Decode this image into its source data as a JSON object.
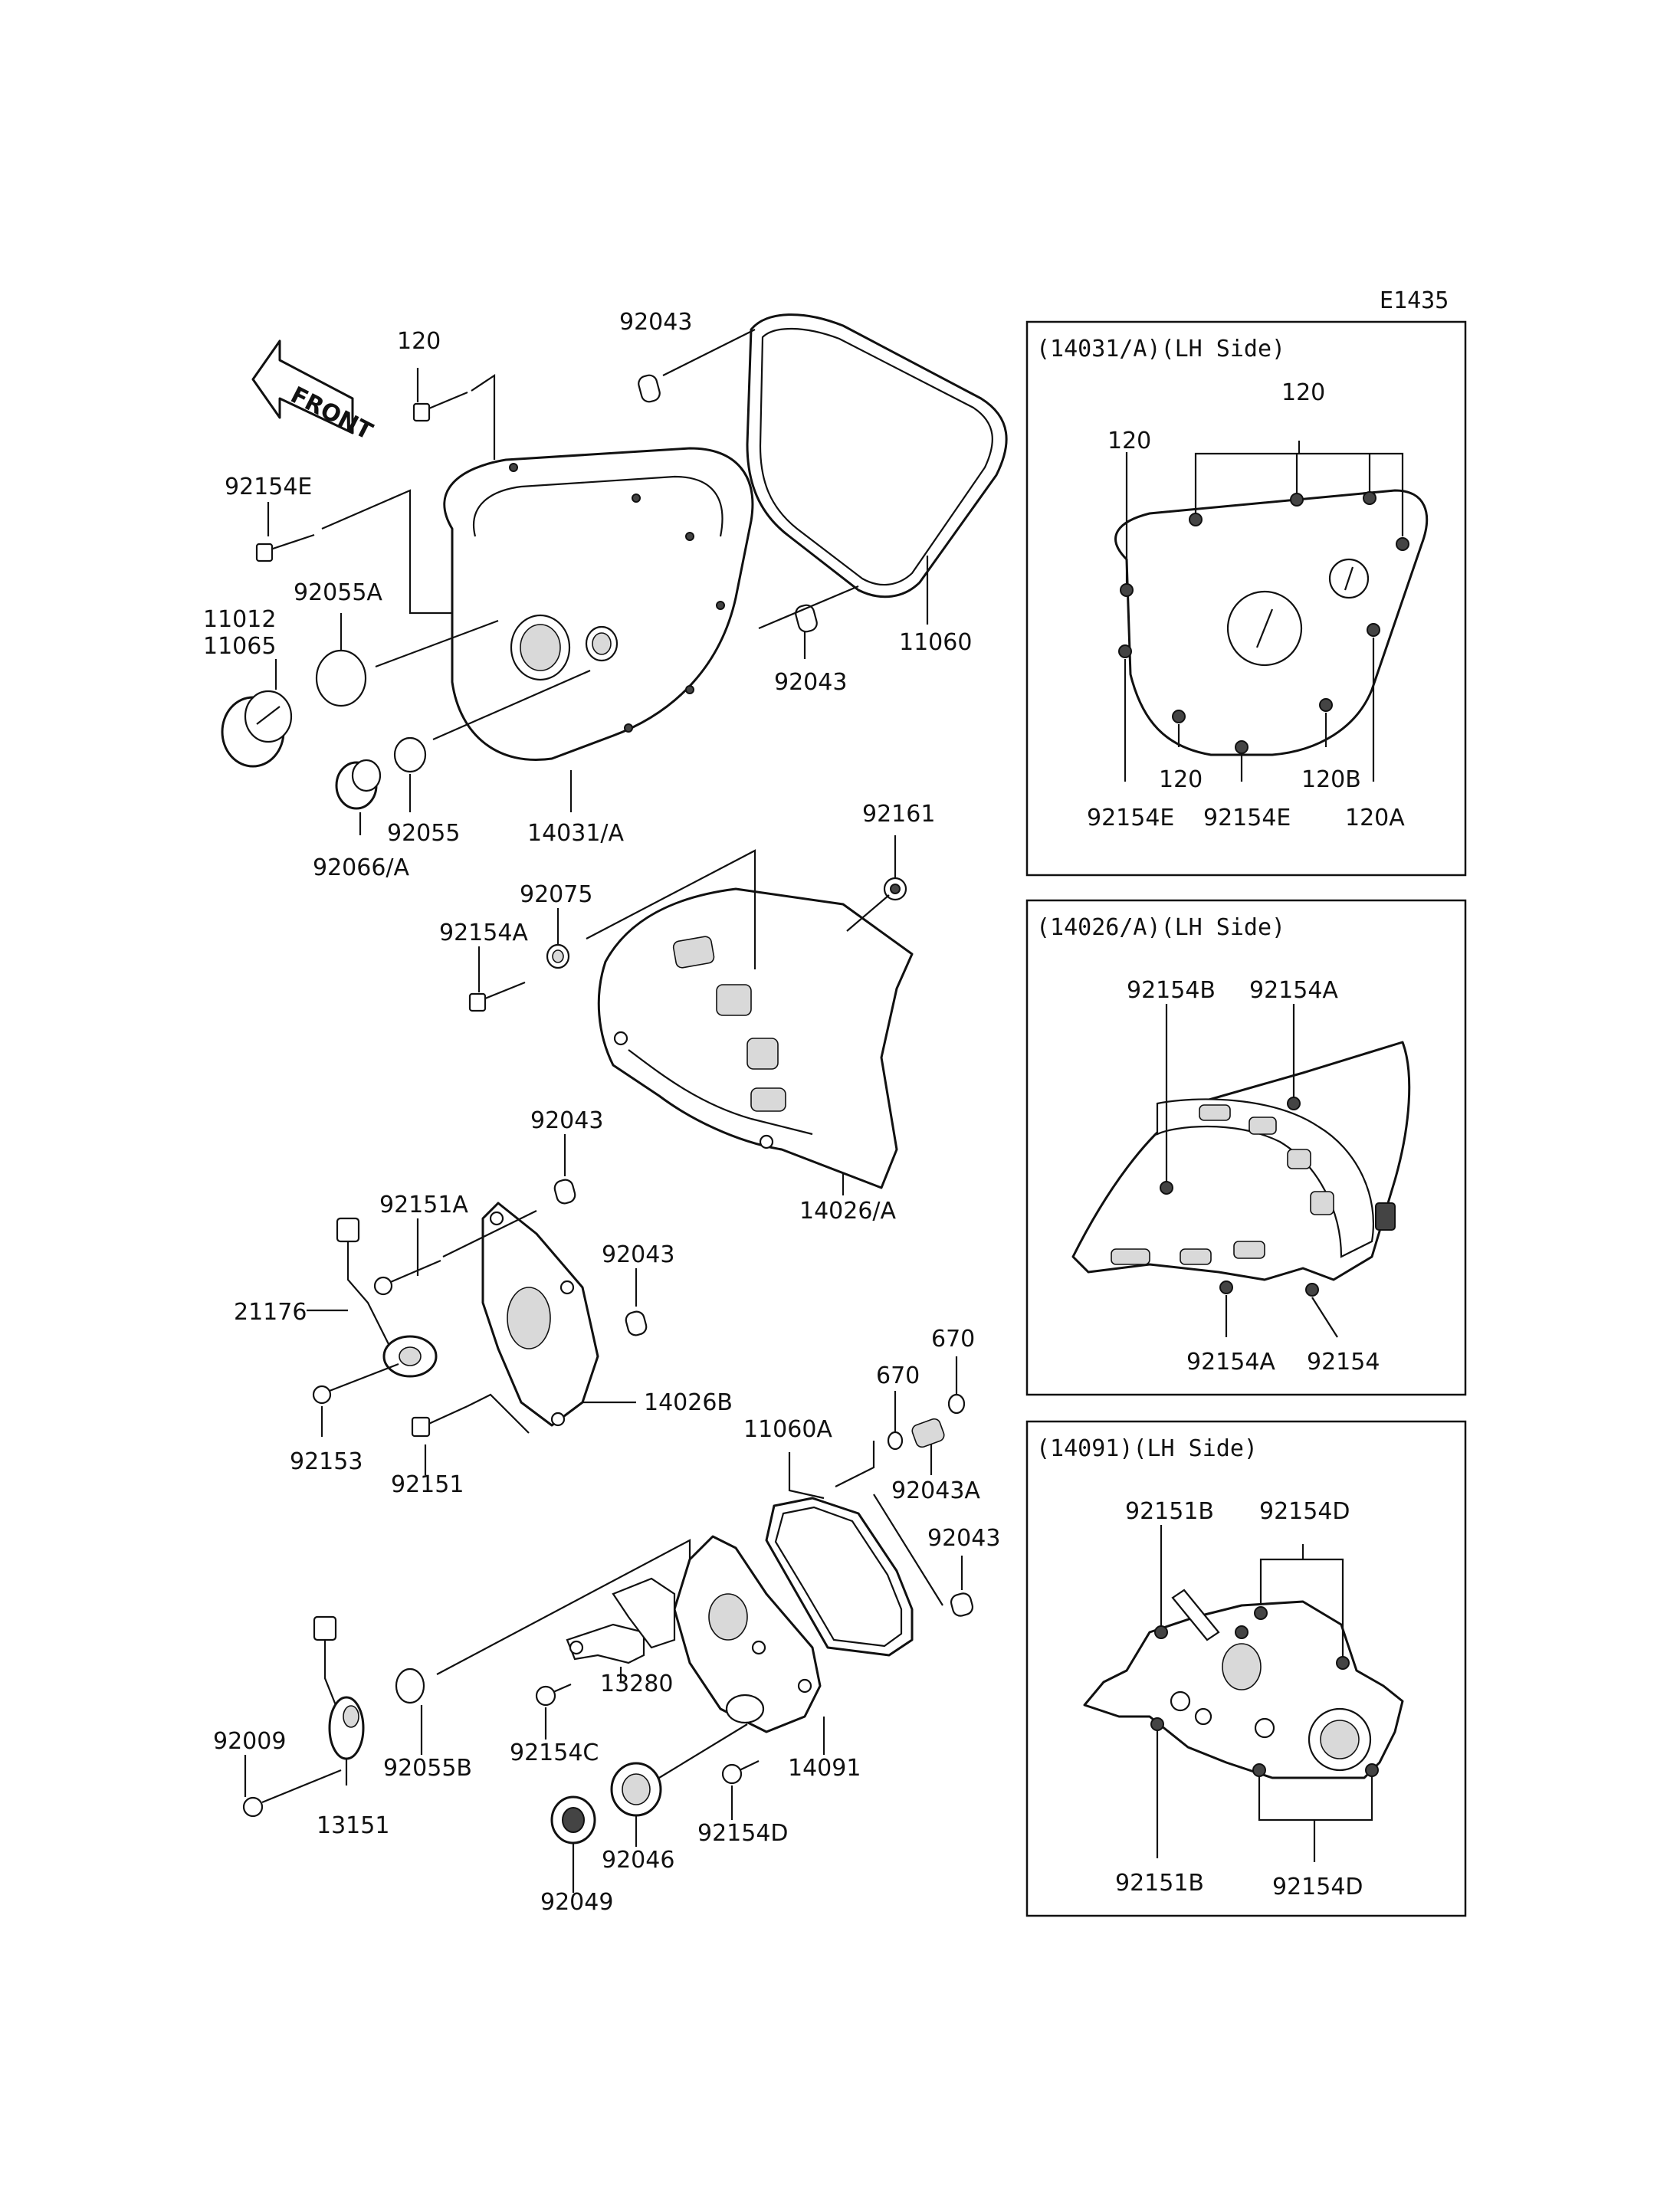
{
  "diagram_code": "E1435",
  "front_label": "FRONT",
  "labels": {
    "p120_top": "120",
    "p92154E_main": "92154E",
    "p92055A": "92055A",
    "p11012": "11012",
    "p11065": "11065",
    "p92066A": "92066/A",
    "p92055": "92055",
    "p14031A": "14031/A",
    "p92043_a": "92043",
    "p92043_b": "92043",
    "p11060": "11060",
    "p92161": "92161",
    "p92075": "92075",
    "p92154A_main": "92154A",
    "p14026A": "14026/A",
    "p92043_c": "92043",
    "p92151A": "92151A",
    "p92043_d": "92043",
    "p21176": "21176",
    "p14026B": "14026B",
    "p92153": "92153",
    "p92151": "92151",
    "p670_a": "670",
    "p670_b": "670",
    "p11060A": "11060A",
    "p92043A": "92043A",
    "p92043_e": "92043",
    "p92009": "92009",
    "p13151": "13151",
    "p92055B": "92055B",
    "p13280": "13280",
    "p92154C": "92154C",
    "p14091": "14091",
    "p92154D_main": "92154D",
    "p92046": "92046",
    "p92049": "92049"
  },
  "inset1": {
    "title": "(14031/A)(LH Side)",
    "l120_top": "120",
    "l120_left": "120",
    "l120_bottom": "120",
    "l120B": "120B",
    "l120A": "120A",
    "l92154E_a": "92154E",
    "l92154E_b": "92154E"
  },
  "inset2": {
    "title": "(14026/A)(LH Side)",
    "l92154B": "92154B",
    "l92154A_top": "92154A",
    "l92154A_bottom": "92154A",
    "l92154": "92154"
  },
  "inset3": {
    "title": "(14091)(LH Side)",
    "l92151B_top": "92151B",
    "l92154D_top": "92154D",
    "l92151B_bottom": "92151B",
    "l92154D_bottom": "92154D"
  }
}
